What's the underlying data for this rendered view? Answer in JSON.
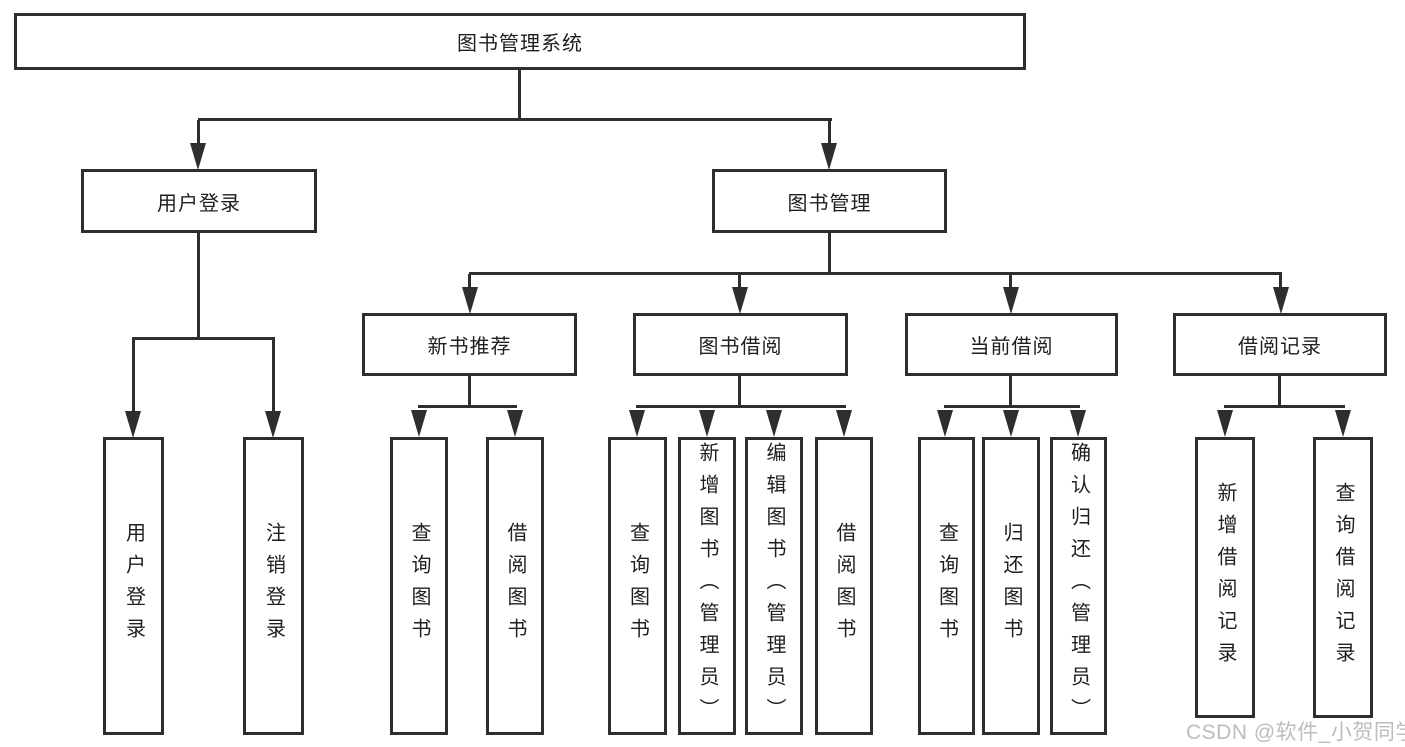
{
  "tree": {
    "root": "图书管理系统",
    "level2": [
      {
        "label": "用户登录",
        "leaves": [
          "用户登录",
          "注销登录"
        ]
      },
      {
        "label": "图书管理",
        "groups": [
          {
            "label": "新书推荐",
            "leaves": [
              "查询图书",
              "借阅图书"
            ]
          },
          {
            "label": "图书借阅",
            "leaves": [
              "查询图书",
              "新增图书（管理员）",
              "编辑图书（管理员）",
              "借阅图书"
            ]
          },
          {
            "label": "当前借阅",
            "leaves": [
              "查询图书",
              "归还图书",
              "确认归还（管理员）"
            ]
          },
          {
            "label": "借阅记录",
            "leaves": [
              "新增借阅记录",
              "查询借阅记录"
            ]
          }
        ]
      }
    ]
  },
  "watermark": {
    "text": "CSDN @软件_小贺同学"
  },
  "colors": {
    "line": "#2e2e2e",
    "text": "#1f1f1f",
    "background": "#ffffff",
    "watermark": "#bdbdbd"
  }
}
